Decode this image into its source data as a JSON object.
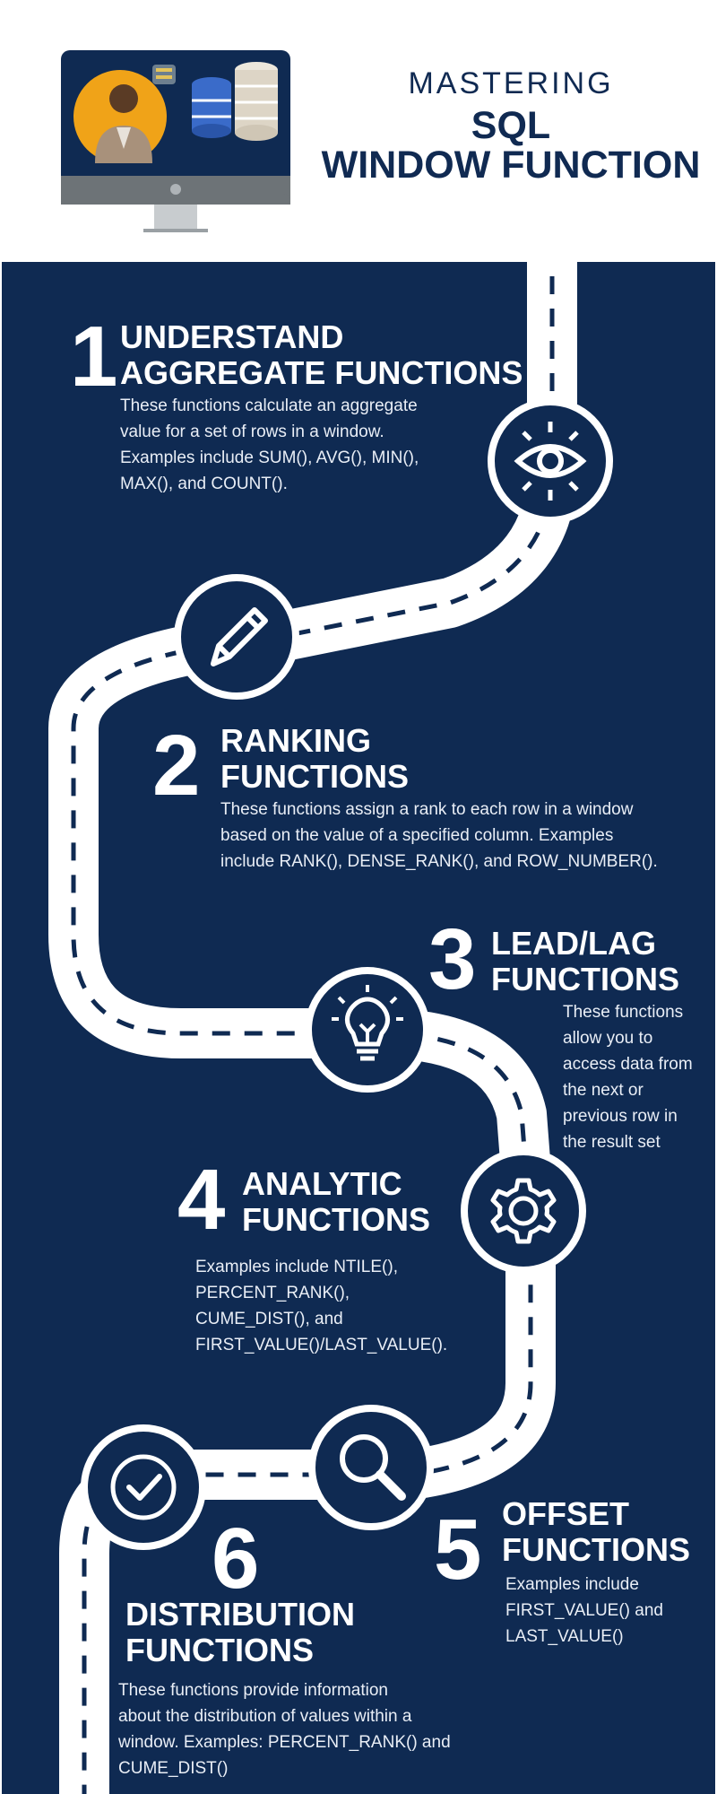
{
  "header": {
    "title_pre": "MASTERING",
    "title_line1": "SQL",
    "title_line2": "WINDOW FUNCTION"
  },
  "colors": {
    "navy": "#0f2a52",
    "title_navy": "#102a52",
    "road_white": "#ffffff",
    "accent_orange": "#f0a318"
  },
  "steps": [
    {
      "number": "1",
      "title_line1": "UNDERSTAND",
      "title_line2": "AGGREGATE FUNCTIONS",
      "desc_lines": [
        "These functions calculate an aggregate",
        "value for a set of rows in a window.",
        "Examples include SUM(), AVG(), MIN(),",
        "MAX(), and COUNT()."
      ],
      "icon": "eye-icon"
    },
    {
      "number": "2",
      "title_line1": "RANKING",
      "title_line2": "FUNCTIONS",
      "desc_lines": [
        "These functions assign a rank to each row in a window",
        "based on the value of a specified column. Examples",
        "include RANK(), DENSE_RANK(), and ROW_NUMBER()."
      ],
      "icon": "pencil-icon"
    },
    {
      "number": "3",
      "title_line1": "LEAD/LAG",
      "title_line2": "FUNCTIONS",
      "desc_lines": [
        "These functions",
        "allow you to",
        "access data from",
        "the next or",
        "previous row in",
        "the result set"
      ],
      "icon": "lightbulb-icon"
    },
    {
      "number": "4",
      "title_line1": "ANALYTIC",
      "title_line2": "FUNCTIONS",
      "desc_lines": [
        "Examples include NTILE(),",
        "PERCENT_RANK(),",
        "CUME_DIST(), and",
        "FIRST_VALUE()/LAST_VALUE()."
      ],
      "icon": "gear-icon"
    },
    {
      "number": "5",
      "title_line1": "OFFSET",
      "title_line2": "FUNCTIONS",
      "desc_lines": [
        "Examples include",
        "FIRST_VALUE() and",
        "LAST_VALUE()"
      ],
      "icon": "magnifier-icon"
    },
    {
      "number": "6",
      "title_line1": "DISTRIBUTION",
      "title_line2": "FUNCTIONS",
      "desc_lines": [
        "These functions provide information",
        "about the distribution of values within a",
        "window. Examples: PERCENT_RANK() and",
        "CUME_DIST()"
      ],
      "icon": "checkmark-icon"
    }
  ]
}
